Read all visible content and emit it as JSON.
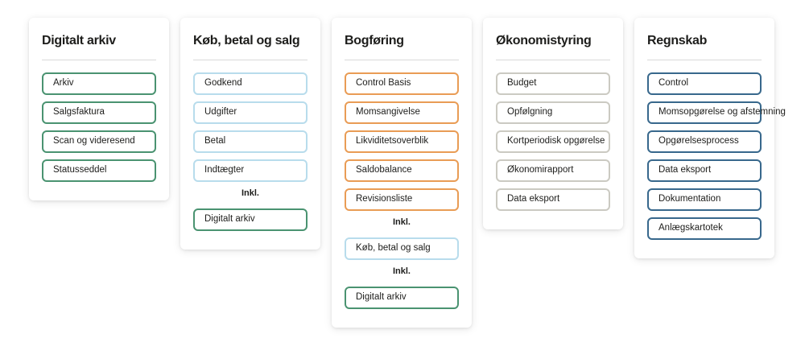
{
  "page": {
    "background": "#ffffff",
    "text_color": "#1d1d1b"
  },
  "accents": {
    "digitalt_arkiv_green": "#4a9371",
    "kob_betal_salg_blue": "#b8dcec",
    "bogforing_orange": "#e99c55",
    "okonomistyring_gray": "#cbcac2",
    "regnskab_steel_blue": "#38688c"
  },
  "cards": [
    {
      "title": "Digitalt arkiv",
      "accent": "#4a9371",
      "items": [
        {
          "type": "button",
          "label": "Arkiv",
          "accent": "#4a9371"
        },
        {
          "type": "button",
          "label": "Salgsfaktura",
          "accent": "#4a9371"
        },
        {
          "type": "button",
          "label": "Scan og videresend",
          "accent": "#4a9371"
        },
        {
          "type": "button",
          "label": "Statusseddel",
          "accent": "#4a9371"
        }
      ]
    },
    {
      "title": "Køb, betal og salg",
      "accent": "#b8dcec",
      "items": [
        {
          "type": "button",
          "label": "Godkend",
          "accent": "#b8dcec"
        },
        {
          "type": "button",
          "label": "Udgifter",
          "accent": "#b8dcec"
        },
        {
          "type": "button",
          "label": "Betal",
          "accent": "#b8dcec"
        },
        {
          "type": "button",
          "label": "Indtægter",
          "accent": "#b8dcec"
        },
        {
          "type": "label",
          "label": "Inkl."
        },
        {
          "type": "button",
          "label": "Digitalt arkiv",
          "accent": "#4a9371"
        }
      ]
    },
    {
      "title": "Bogføring",
      "accent": "#e99c55",
      "items": [
        {
          "type": "button",
          "label": "Control Basis",
          "accent": "#e99c55"
        },
        {
          "type": "button",
          "label": "Momsangivelse",
          "accent": "#e99c55"
        },
        {
          "type": "button",
          "label": "Likviditetsoverblik",
          "accent": "#e99c55"
        },
        {
          "type": "button",
          "label": "Saldobalance",
          "accent": "#e99c55"
        },
        {
          "type": "button",
          "label": "Revisionsliste",
          "accent": "#e99c55"
        },
        {
          "type": "label",
          "label": "Inkl."
        },
        {
          "type": "button",
          "label": "Køb, betal og salg",
          "accent": "#b8dcec"
        },
        {
          "type": "label",
          "label": "Inkl."
        },
        {
          "type": "button",
          "label": "Digitalt arkiv",
          "accent": "#4a9371"
        }
      ]
    },
    {
      "title": "Økonomistyring",
      "accent": "#cbcac2",
      "items": [
        {
          "type": "button",
          "label": "Budget",
          "accent": "#cbcac2"
        },
        {
          "type": "button",
          "label": "Opfølgning",
          "accent": "#cbcac2"
        },
        {
          "type": "button",
          "label": "Kortperiodisk opgørelse",
          "accent": "#cbcac2"
        },
        {
          "type": "button",
          "label": "Økonomirapport",
          "accent": "#cbcac2"
        },
        {
          "type": "button",
          "label": "Data eksport",
          "accent": "#cbcac2"
        }
      ]
    },
    {
      "title": "Regnskab",
      "accent": "#38688c",
      "items": [
        {
          "type": "button",
          "label": "Control",
          "accent": "#38688c"
        },
        {
          "type": "button",
          "label": "Momsopgørelse og afstemning",
          "accent": "#38688c"
        },
        {
          "type": "button",
          "label": "Opgørelsesprocess",
          "accent": "#38688c"
        },
        {
          "type": "button",
          "label": "Data eksport",
          "accent": "#38688c"
        },
        {
          "type": "button",
          "label": "Dokumentation",
          "accent": "#38688c"
        },
        {
          "type": "button",
          "label": "Anlægskartotek",
          "accent": "#38688c"
        }
      ]
    }
  ]
}
